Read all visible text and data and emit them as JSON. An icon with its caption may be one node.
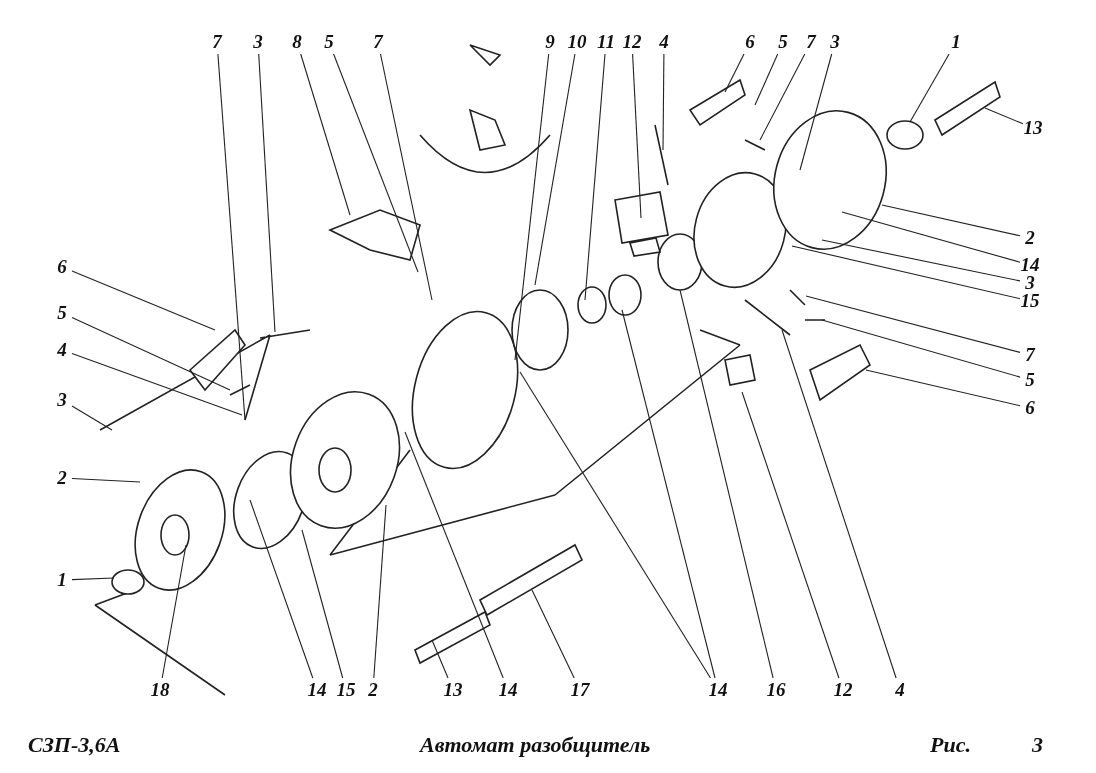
{
  "diagram": {
    "nodes": [
      {
        "text": [
          "7"
        ]
      },
      {
        "text": [
          "3"
        ]
      },
      {
        "text": [
          "8"
        ]
      },
      {
        "text": [
          "5"
        ]
      },
      {
        "text": [
          "7"
        ]
      },
      {
        "text": [
          "9"
        ]
      },
      {
        "text": [
          "10"
        ]
      },
      {
        "text": [
          "11"
        ]
      },
      {
        "text": [
          "12"
        ]
      },
      {
        "text": [
          "4"
        ]
      },
      {
        "text": [
          "6"
        ]
      },
      {
        "text": [
          "5"
        ]
      },
      {
        "text": [
          "7"
        ]
      },
      {
        "text": [
          "3"
        ]
      },
      {
        "text": [
          "1"
        ]
      },
      {
        "text": [
          "13"
        ]
      },
      {
        "text": [
          "2"
        ]
      },
      {
        "text": [
          "14"
        ]
      },
      {
        "text": [
          "3"
        ]
      },
      {
        "text": [
          "15"
        ]
      },
      {
        "text": [
          "7"
        ]
      },
      {
        "text": [
          "5"
        ]
      },
      {
        "text": [
          "6"
        ]
      },
      {
        "text": [
          "6"
        ]
      },
      {
        "text": [
          "5"
        ]
      },
      {
        "text": [
          "4"
        ]
      },
      {
        "text": [
          "3"
        ]
      },
      {
        "text": [
          "2"
        ]
      },
      {
        "text": [
          "1"
        ]
      },
      {
        "text": [
          "18"
        ]
      },
      {
        "text": [
          "14"
        ]
      },
      {
        "text": [
          "15"
        ]
      },
      {
        "text": [
          "2"
        ]
      },
      {
        "text": [
          "13"
        ]
      },
      {
        "text": [
          "14"
        ]
      },
      {
        "text": [
          "17"
        ]
      },
      {
        "text": [
          "14"
        ]
      },
      {
        "text": [
          "16"
        ]
      },
      {
        "text": [
          "12"
        ]
      },
      {
        "text": [
          "4"
        ]
      }
    ],
    "edges": [
      {
        "from": 0,
        "to": null,
        "arrow": "none"
      },
      {
        "from": 1,
        "to": null,
        "arrow": "none"
      },
      {
        "from": 2,
        "to": null,
        "arrow": "none"
      },
      {
        "from": 3,
        "to": null,
        "arrow": "none"
      },
      {
        "from": 4,
        "to": null,
        "arrow": "none"
      },
      {
        "from": 5,
        "to": null,
        "arrow": "none"
      },
      {
        "from": 6,
        "to": null,
        "arrow": "none"
      },
      {
        "from": 7,
        "to": null,
        "arrow": "none"
      },
      {
        "from": 8,
        "to": null,
        "arrow": "none"
      },
      {
        "from": 9,
        "to": null,
        "arrow": "none"
      },
      {
        "from": 10,
        "to": null,
        "arrow": "none"
      },
      {
        "from": 11,
        "to": null,
        "arrow": "none"
      },
      {
        "from": 12,
        "to": null,
        "arrow": "none"
      },
      {
        "from": 13,
        "to": null,
        "arrow": "none"
      },
      {
        "from": 14,
        "to": null,
        "arrow": "none"
      },
      {
        "from": 15,
        "to": null,
        "arrow": "none"
      },
      {
        "from": 16,
        "to": null,
        "arrow": "none"
      },
      {
        "from": 17,
        "to": null,
        "arrow": "none"
      },
      {
        "from": 18,
        "to": null,
        "arrow": "none"
      },
      {
        "from": 19,
        "to": null,
        "arrow": "none"
      },
      {
        "from": 20,
        "to": null,
        "arrow": "none"
      },
      {
        "from": 21,
        "to": null,
        "arrow": "none"
      },
      {
        "from": 22,
        "to": null,
        "arrow": "none"
      },
      {
        "from": 23,
        "to": null,
        "arrow": "none"
      },
      {
        "from": 24,
        "to": null,
        "arrow": "none"
      },
      {
        "from": 25,
        "to": null,
        "arrow": "none"
      },
      {
        "from": 26,
        "to": null,
        "arrow": "none"
      },
      {
        "from": 27,
        "to": null,
        "arrow": "none"
      },
      {
        "from": 28,
        "to": null,
        "arrow": "none"
      },
      {
        "from": 29,
        "to": null,
        "arrow": "none"
      },
      {
        "from": 30,
        "to": null,
        "arrow": "none"
      },
      {
        "from": 31,
        "to": null,
        "arrow": "none"
      },
      {
        "from": 32,
        "to": null,
        "arrow": "none"
      },
      {
        "from": 33,
        "to": null,
        "arrow": "none"
      },
      {
        "from": 34,
        "to": null,
        "arrow": "none"
      },
      {
        "from": 35,
        "to": null,
        "arrow": "none"
      },
      {
        "from": 36,
        "to": null,
        "arrow": "none"
      },
      {
        "from": 36,
        "to": null,
        "arrow": "none"
      },
      {
        "from": 37,
        "to": null,
        "arrow": "none"
      },
      {
        "from": 38,
        "to": null,
        "arrow": "none"
      },
      {
        "from": 39,
        "to": null,
        "arrow": "none"
      }
    ],
    "labels": [
      "СЗП-3,6А",
      "Автомат разобщитель",
      "Рис.",
      "3"
    ]
  }
}
